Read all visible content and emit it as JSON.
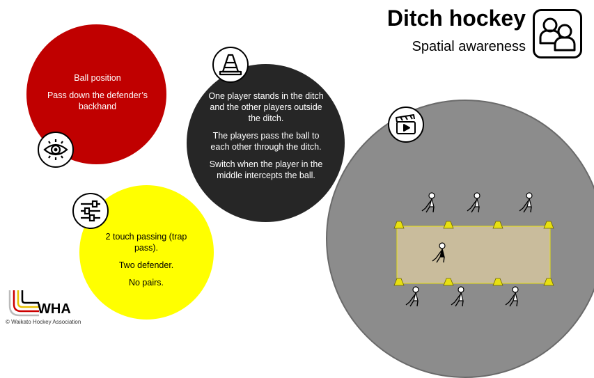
{
  "header": {
    "title": "Ditch hockey",
    "subtitle": "Spatial awareness",
    "badge_icon": "players-icon"
  },
  "cards": {
    "ball": {
      "color": "#c00000",
      "icon": "eye-icon",
      "lines": [
        "Ball position",
        "Pass down the defender’s backhand"
      ]
    },
    "setup": {
      "color": "#262626",
      "icon": "cone-icon",
      "lines": [
        "One player stands in the ditch and the other players outside the ditch.",
        "The players pass the ball to each other through the ditch.",
        "Switch when the player in the middle intercepts the ball."
      ]
    },
    "variations": {
      "color": "#ffff00",
      "icon": "sliders-icon",
      "lines": [
        "2 touch passing (trap pass).",
        "Two defender.",
        "No pairs."
      ]
    }
  },
  "diagram": {
    "icon": "clapper-icon",
    "background_color": "#8c8c8c",
    "ditch_color": "#c9bc9c",
    "cone_color": "#e8e010"
  },
  "footer": {
    "logo_text": "WHA",
    "copyright": "© Waikato Hockey Association"
  }
}
